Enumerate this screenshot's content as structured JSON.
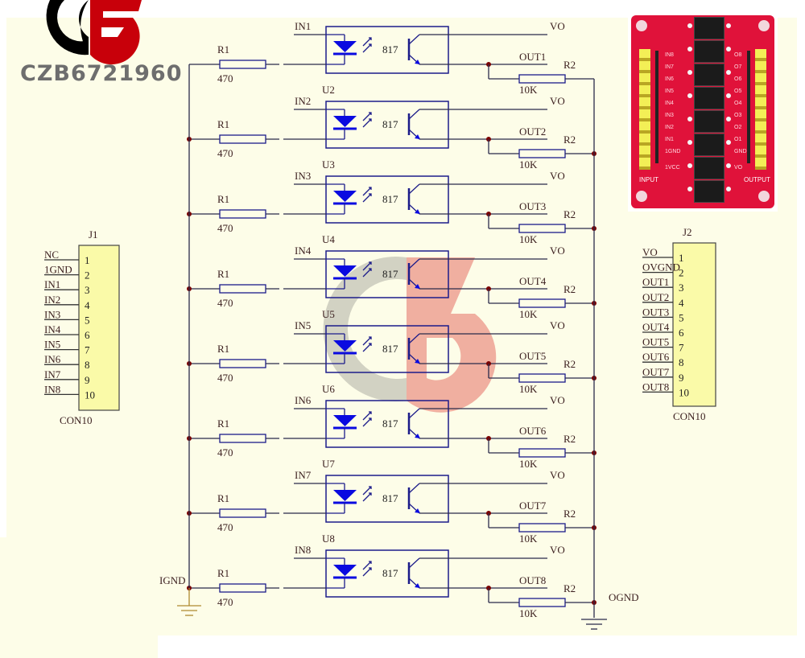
{
  "logo": {
    "text": "CZB6721960"
  },
  "colors": {
    "background": "#fdfde8",
    "wire": "#2a2a4a",
    "component": "#1c1c8a",
    "led": "#0a0ae0",
    "junction": "#7a0000",
    "label": "#3a1e1e",
    "connector_fill": "#fafaa8",
    "board": "#e0123a"
  },
  "j1": {
    "ref": "J1",
    "type": "CON10",
    "pins": [
      {
        "num": "1",
        "net": "NC"
      },
      {
        "num": "2",
        "net": "1GND"
      },
      {
        "num": "3",
        "net": "IN1"
      },
      {
        "num": "4",
        "net": "IN2"
      },
      {
        "num": "5",
        "net": "IN3"
      },
      {
        "num": "6",
        "net": "IN4"
      },
      {
        "num": "7",
        "net": "IN5"
      },
      {
        "num": "8",
        "net": "IN6"
      },
      {
        "num": "9",
        "net": "IN7"
      },
      {
        "num": "10",
        "net": "IN8"
      }
    ]
  },
  "j2": {
    "ref": "J2",
    "type": "CON10",
    "pins": [
      {
        "num": "1",
        "net": "VO"
      },
      {
        "num": "2",
        "net": "OVGND"
      },
      {
        "num": "3",
        "net": "OUT1"
      },
      {
        "num": "4",
        "net": "OUT2"
      },
      {
        "num": "5",
        "net": "OUT3"
      },
      {
        "num": "6",
        "net": "OUT4"
      },
      {
        "num": "7",
        "net": "OUT5"
      },
      {
        "num": "8",
        "net": "OUT6"
      },
      {
        "num": "9",
        "net": "OUT7"
      },
      {
        "num": "10",
        "net": "OUT8"
      }
    ]
  },
  "channels": [
    {
      "u": "",
      "in": "IN1",
      "part": "817",
      "r1": "R1",
      "r1_val": "470",
      "vo": "VO",
      "out": "OUT1",
      "r2": "R2",
      "r2_val": "10K"
    },
    {
      "u": "U2",
      "in": "IN2",
      "part": "817",
      "r1": "R1",
      "r1_val": "470",
      "vo": "VO",
      "out": "OUT2",
      "r2": "R2",
      "r2_val": "10K"
    },
    {
      "u": "U3",
      "in": "IN3",
      "part": "817",
      "r1": "R1",
      "r1_val": "470",
      "vo": "VO",
      "out": "OUT3",
      "r2": "R2",
      "r2_val": "10K"
    },
    {
      "u": "U4",
      "in": "IN4",
      "part": "817",
      "r1": "R1",
      "r1_val": "470",
      "vo": "VO",
      "out": "OUT4",
      "r2": "R2",
      "r2_val": "10K"
    },
    {
      "u": "U5",
      "in": "IN5",
      "part": "817",
      "r1": "R1",
      "r1_val": "470",
      "vo": "VO",
      "out": "OUT5",
      "r2": "R2",
      "r2_val": "10K"
    },
    {
      "u": "U6",
      "in": "IN6",
      "part": "817",
      "r1": "R1",
      "r1_val": "470",
      "vo": "VO",
      "out": "OUT6",
      "r2": "R2",
      "r2_val": "10K"
    },
    {
      "u": "U7",
      "in": "IN7",
      "part": "817",
      "r1": "R1",
      "r1_val": "470",
      "vo": "VO",
      "out": "OUT7",
      "r2": "R2",
      "r2_val": "10K"
    },
    {
      "u": "U8",
      "in": "IN8",
      "part": "817",
      "r1": "R1",
      "r1_val": "470",
      "vo": "VO",
      "out": "OUT8",
      "r2": "R2",
      "r2_val": "10K"
    }
  ],
  "grounds": {
    "input": "IGND",
    "output": "OGND"
  },
  "photo": {
    "in_labels": [
      "IN8",
      "IN7",
      "IN6",
      "IN5",
      "IN4",
      "IN3",
      "IN2",
      "IN1",
      "1GND"
    ],
    "out_labels": [
      "O8",
      "O7",
      "O6",
      "O5",
      "O4",
      "O3",
      "O2",
      "O1",
      "GND"
    ],
    "vcc": "1VCC",
    "vo": "VO",
    "input": "INPUT",
    "output": "OUTPUT"
  }
}
